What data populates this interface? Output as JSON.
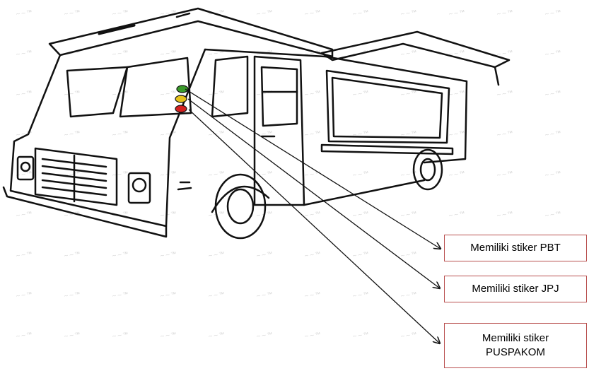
{
  "labels": {
    "pbt": "Memiliki stiker PBT",
    "jpj": "Memiliki stiker JPJ",
    "puspakom_line1": "Memiliki stiker",
    "puspakom_line2": "PUSPAKOM"
  },
  "stickers": [
    {
      "name": "green-sticker",
      "color": "#3a9a2a"
    },
    {
      "name": "yellow-sticker",
      "color": "#e6c21a"
    },
    {
      "name": "red-sticker",
      "color": "#d42020"
    }
  ],
  "colors": {
    "box_border": "#b9504f",
    "outline": "#111111"
  }
}
